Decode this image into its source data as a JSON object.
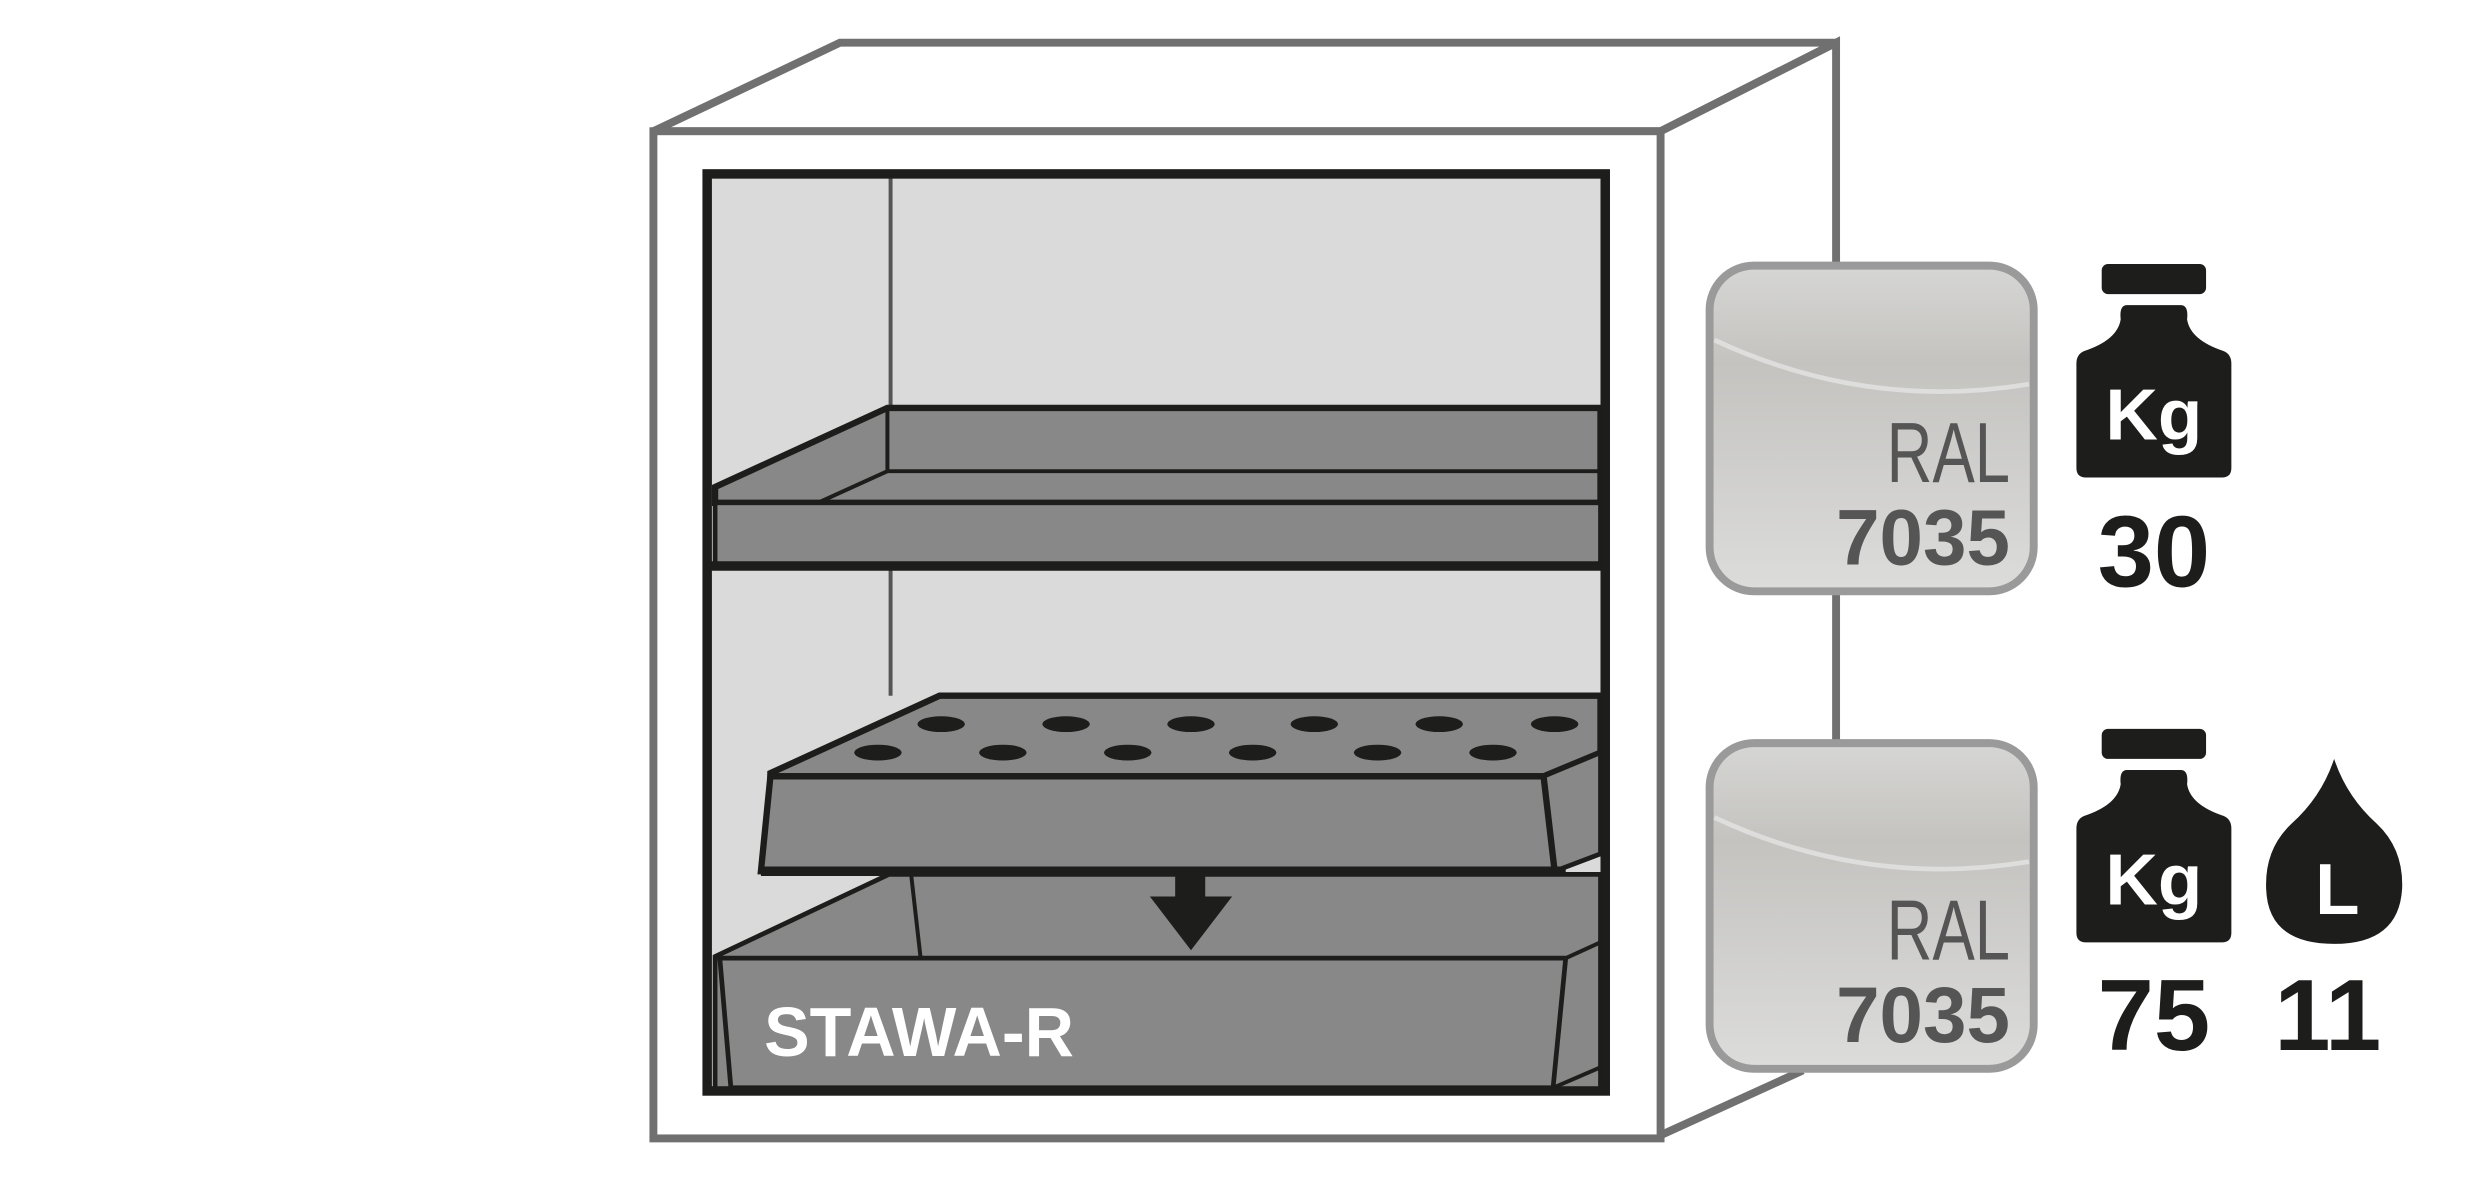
{
  "product": {
    "label": "STAWA-R"
  },
  "colors": {
    "cabinet_outline": "#707070",
    "interior": "#dadada",
    "shelf": "#888888",
    "line": "#1d1d1b",
    "badge_border": "#9a9a9a",
    "badge_text": "#555555"
  },
  "specs": [
    {
      "ral_label": "RAL",
      "ral_code": "7035",
      "weight_icon": "weight-kg-icon",
      "weight_unit": "Kg",
      "weight_value": "30"
    },
    {
      "ral_label": "RAL",
      "ral_code": "7035",
      "weight_icon": "weight-kg-icon",
      "weight_unit": "Kg",
      "weight_value": "75",
      "volume_icon": "liquid-drop-icon",
      "volume_unit": "L",
      "volume_value": "11"
    }
  ]
}
